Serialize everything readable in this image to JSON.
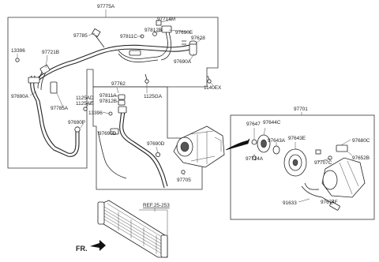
{
  "labels": {
    "p97775A": "97775A",
    "p97714M": "97714M",
    "p97785": "97785",
    "p97811C": "97811C",
    "p97812B_top": "97812B",
    "p97690E": "97690E",
    "p97623": "97623",
    "p97690A_top": "97690A",
    "p13396_left": "13396",
    "p97721B": "97721B",
    "p1125GA": "1125GA",
    "p1140EX": "1140EX",
    "p97690A_left": "97690A",
    "p97785A": "97785A",
    "p97762": "97762",
    "p1125AD": "1125AD",
    "p1125AE": "1125AE",
    "p97811A": "97811A",
    "p97812B_mid": "97812B",
    "p13396_mid": "13396",
    "p97690F": "97690F",
    "p97690D_mid": "97690D",
    "p97690D_right": "97690D",
    "p97705": "97705",
    "p97701": "97701",
    "p97647": "97647",
    "p97644C": "97644C",
    "p97643A": "97643A",
    "p97643E": "97643E",
    "p97680C": "97680C",
    "p97652B": "97652B",
    "p97714A": "97714A",
    "p97707C": "97707C",
    "p91633": "91633",
    "p97674F": "97674F",
    "ref": "REF.25-253",
    "fr": "FR."
  }
}
